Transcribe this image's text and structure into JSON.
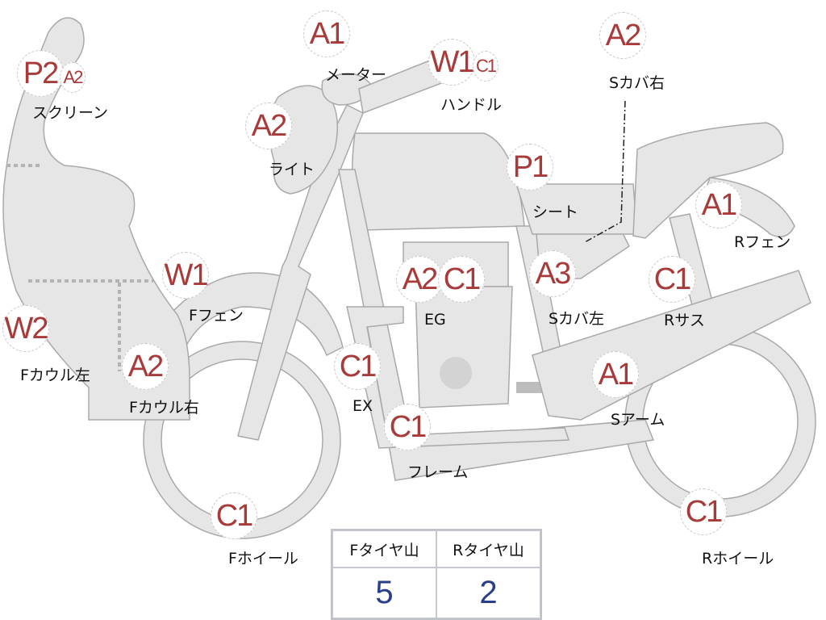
{
  "parts": [
    {
      "label": "スクリーン",
      "grades": [
        "P2",
        "A2"
      ]
    },
    {
      "label": "メーター",
      "grades": [
        "A1"
      ]
    },
    {
      "label": "ハンドル",
      "grades": [
        "W1",
        "C1"
      ]
    },
    {
      "label": "Sカバ右",
      "grades": [
        "A2"
      ]
    },
    {
      "label": "ライト",
      "grades": [
        "A2"
      ]
    },
    {
      "label": "シート",
      "grades": [
        "P1"
      ]
    },
    {
      "label": "Rフェン",
      "grades": [
        "A1"
      ]
    },
    {
      "label": "Fフェン",
      "grades": [
        "W1"
      ]
    },
    {
      "label": "EG",
      "grades": [
        "A2",
        "C1"
      ]
    },
    {
      "label": "Sカバ左",
      "grades": [
        "A3"
      ]
    },
    {
      "label": "Rサス",
      "grades": [
        "C1"
      ]
    },
    {
      "label": "Fカウル左",
      "grades": [
        "W2"
      ]
    },
    {
      "label": "Fカウル右",
      "grades": [
        "A2"
      ]
    },
    {
      "label": "EX",
      "grades": [
        "C1"
      ]
    },
    {
      "label": "Sアーム",
      "grades": [
        "A1"
      ]
    },
    {
      "label": "フレーム",
      "grades": [
        "C1"
      ]
    },
    {
      "label": "Fホイール",
      "grades": [
        "C1"
      ]
    },
    {
      "label": "Rホイール",
      "grades": [
        "C1"
      ]
    }
  ],
  "tire_table": {
    "headers": [
      "Fタイヤ山",
      "Rタイヤ山"
    ],
    "values": [
      "5",
      "2"
    ]
  },
  "colors": {
    "grade": "#a83a3a",
    "value": "#2a3f8a",
    "part_fill": "#e6e6e6",
    "part_stroke": "#a9a9a9"
  }
}
